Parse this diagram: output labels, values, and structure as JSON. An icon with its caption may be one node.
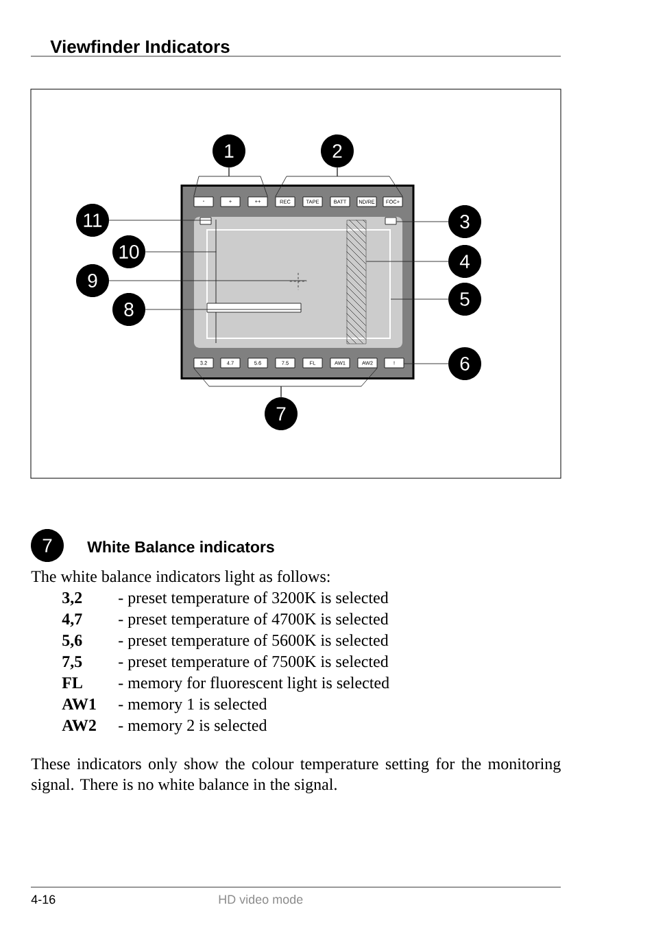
{
  "diagram": {
    "title": "Viewfinder Indicators",
    "nodes": [
      {
        "text": [
          "1"
        ]
      },
      {
        "text": [
          "2"
        ]
      },
      {
        "text": [
          "11"
        ]
      },
      {
        "text": [
          "3"
        ]
      },
      {
        "text": [
          "10"
        ]
      },
      {
        "text": [
          "4"
        ]
      },
      {
        "text": [
          "9"
        ]
      },
      {
        "text": [
          "5"
        ]
      },
      {
        "text": [
          "8"
        ]
      },
      {
        "text": [
          "6"
        ]
      },
      {
        "text": [
          "7"
        ]
      },
      {
        "text": [],
        "shape": "box"
      },
      {
        "text": [
          "-"
        ],
        "in": 11
      },
      {
        "text": [
          "+"
        ],
        "in": 11
      },
      {
        "text": [
          "++"
        ],
        "in": 11
      },
      {
        "text": [
          "REC"
        ],
        "in": 11
      },
      {
        "text": [
          "TAPE"
        ],
        "in": 11
      },
      {
        "text": [
          "BATT"
        ],
        "in": 11
      },
      {
        "text": [
          "ND/RE"
        ],
        "in": 11
      },
      {
        "text": [
          "FOC+"
        ],
        "in": 11
      },
      {
        "text": [],
        "shape": "box",
        "in": 11
      },
      {
        "text": [],
        "shape": "box",
        "in": 11
      },
      {
        "text": [],
        "shape": "frame",
        "in": 11
      },
      {
        "text": [],
        "shape": "line",
        "in": 11
      },
      {
        "text": [],
        "shape": "cross",
        "in": 22
      },
      {
        "text": [],
        "shape": "box",
        "in": 22
      },
      {
        "text": [],
        "shape": "bar",
        "in": 11
      },
      {
        "text": [
          "3.2"
        ],
        "in": 11
      },
      {
        "text": [
          "4.7"
        ],
        "in": 11
      },
      {
        "text": [
          "5.6"
        ],
        "in": 11
      },
      {
        "text": [
          "7.5"
        ],
        "in": 11
      },
      {
        "text": [
          "FL"
        ],
        "in": 11
      },
      {
        "text": [
          "AW1"
        ],
        "in": 11
      },
      {
        "text": [
          "AW2"
        ],
        "in": 11
      },
      {
        "text": [
          "!"
        ],
        "in": 11
      },
      {
        "text": [
          "7"
        ]
      }
    ],
    "edges": [
      {
        "from": 0,
        "to": 12,
        "arrow": "none"
      },
      {
        "from": 0,
        "to": 14,
        "arrow": "none"
      },
      {
        "from": 1,
        "to": 15,
        "arrow": "none"
      },
      {
        "from": 1,
        "to": 19,
        "arrow": "none"
      },
      {
        "from": 2,
        "to": 20,
        "arrow": "none"
      },
      {
        "from": 3,
        "to": 21,
        "arrow": "none"
      },
      {
        "from": 4,
        "to": 23,
        "arrow": "none"
      },
      {
        "from": 5,
        "to": 26,
        "arrow": "none"
      },
      {
        "from": 6,
        "to": 24,
        "arrow": "none"
      },
      {
        "from": 7,
        "to": 22,
        "arrow": "none"
      },
      {
        "from": 8,
        "to": 25,
        "arrow": "none"
      },
      {
        "from": 9,
        "to": 34,
        "arrow": "none"
      },
      {
        "from": 10,
        "to": 27,
        "arrow": "none"
      },
      {
        "from": 10,
        "to": 33,
        "arrow": "none"
      }
    ],
    "labels": [
      "White Balance indicators",
      "The white balance indicators light as follows:",
      "3,2",
      "- preset temperature of 3200K is selected",
      "4,7",
      "- preset temperature of 4700K is selected",
      "5,6",
      "- preset temperature of 5600K is selected",
      "7,5",
      "- preset temperature of 7500K is selected",
      "FL",
      "- memory for fluorescent light is selected",
      "AW1",
      "- memory 1 is selected",
      "AW2",
      "- memory 2 is selected",
      "These indicators only show the colour temperature setting for the monitoring signal. There is no white balance in the signal.",
      "4-16",
      "HD video mode"
    ]
  }
}
